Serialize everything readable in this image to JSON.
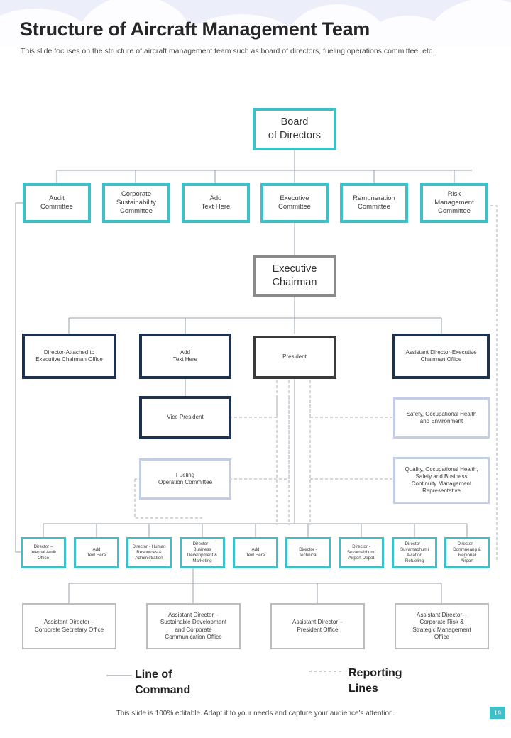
{
  "header": {
    "title": "Structure of Aircraft Management Team",
    "subtitle": "This slide focuses on the structure of aircraft management team such as board of directors, fueling operations committee, etc."
  },
  "colors": {
    "teal": "#3fbfc8",
    "navy": "#1e3250",
    "gray": "#8a8a8a",
    "pale_blue": "#c3cde4",
    "header_band": "#eceefa",
    "text": "#3c3c3c"
  },
  "chart_data": {
    "type": "diagram",
    "title": "Structure of Aircraft Management Team",
    "levels": [
      {
        "name": "board",
        "nodes": [
          {
            "id": "board",
            "label": "Board\nof Directors",
            "border": "teal"
          }
        ]
      },
      {
        "name": "committees",
        "nodes": [
          {
            "id": "audit",
            "label": "Audit\nCommittee",
            "border": "teal"
          },
          {
            "id": "corp-sustain",
            "label": "Corporate\nSustainability\nCommittee",
            "border": "teal"
          },
          {
            "id": "add-1",
            "label": "Add\nText Here",
            "border": "teal"
          },
          {
            "id": "exec-committee",
            "label": "Executive\nCommittee",
            "border": "teal"
          },
          {
            "id": "remuneration",
            "label": "Remuneration\nCommittee",
            "border": "teal"
          },
          {
            "id": "risk-mgmt",
            "label": "Risk\nManagement\nCommittee",
            "border": "teal"
          }
        ]
      },
      {
        "name": "chairman",
        "nodes": [
          {
            "id": "exec-chairman",
            "label": "Executive\nChairman",
            "border": "gray"
          }
        ]
      },
      {
        "name": "directors",
        "nodes": [
          {
            "id": "dir-attached",
            "label": "Director-Attached to\nExecutive Chairman Office",
            "border": "navy"
          },
          {
            "id": "add-2",
            "label": "Add\nText Here",
            "border": "navy"
          },
          {
            "id": "president",
            "label": "President",
            "border": "dark"
          },
          {
            "id": "asst-dir-exec",
            "label": "Assistant Director-Executive\nChairman Office",
            "border": "navy"
          }
        ]
      },
      {
        "name": "second-tier",
        "nodes": [
          {
            "id": "vice-president",
            "label": "Vice President",
            "border": "navy"
          },
          {
            "id": "safety",
            "label": "Safety, Occupational Health\nand Environment",
            "border": "pale"
          },
          {
            "id": "fueling",
            "label": "Fueling\nOperation  Committee",
            "border": "pale"
          },
          {
            "id": "quality",
            "label": "Quality, Occupational Health,\nSafety and Business\nContinuity Management\nRepresentative",
            "border": "pale"
          }
        ]
      },
      {
        "name": "director-row",
        "nodes": [
          {
            "id": "dir-internal-audit",
            "label": "Director –\nInternal Audit\nOffice",
            "border": "teal"
          },
          {
            "id": "add-3",
            "label": "Add\nText Here",
            "border": "teal"
          },
          {
            "id": "dir-hr",
            "label": "Director - Human\nResources &\nAdministration",
            "border": "teal"
          },
          {
            "id": "dir-business",
            "label": "Director –\nBusiness\nDevelopment &\nMarketing",
            "border": "teal"
          },
          {
            "id": "add-4",
            "label": "Add\nText Here",
            "border": "teal"
          },
          {
            "id": "dir-technical",
            "label": "Director -\nTechnical",
            "border": "teal"
          },
          {
            "id": "dir-suv-depot",
            "label": "Director -\nSuvarnabhumi\nAirport Depot",
            "border": "teal"
          },
          {
            "id": "dir-suv-refuel",
            "label": "Director –\nSuvarnabhumi\nAviation\nRefueling",
            "border": "teal"
          },
          {
            "id": "dir-donmueang",
            "label": "Director –\nDonmueang &\nRegional\nAirport",
            "border": "teal"
          }
        ]
      },
      {
        "name": "assistant-director-row",
        "nodes": [
          {
            "id": "asst-corp-sec",
            "label": "Assistant Director –\nCorporate Secretary Office",
            "border": "ltgray"
          },
          {
            "id": "asst-sustain",
            "label": "Assistant Director –\nSustainable Development\nand Corporate\nCommunication Office",
            "border": "ltgray"
          },
          {
            "id": "asst-president",
            "label": "Assistant Director –\nPresident Office",
            "border": "ltgray"
          },
          {
            "id": "asst-risk",
            "label": "Assistant Director –\nCorporate Risk &\nStrategic Management\nOffice",
            "border": "ltgray"
          }
        ]
      }
    ],
    "legend": [
      {
        "id": "line-of-command",
        "label": "Line of\nCommand",
        "style": "solid"
      },
      {
        "id": "reporting-lines",
        "label": "Reporting\nLines",
        "style": "dashed"
      }
    ]
  },
  "footer": {
    "note": "This slide is 100% editable. Adapt it to your needs and capture your audience's attention.",
    "page_number": "19"
  }
}
